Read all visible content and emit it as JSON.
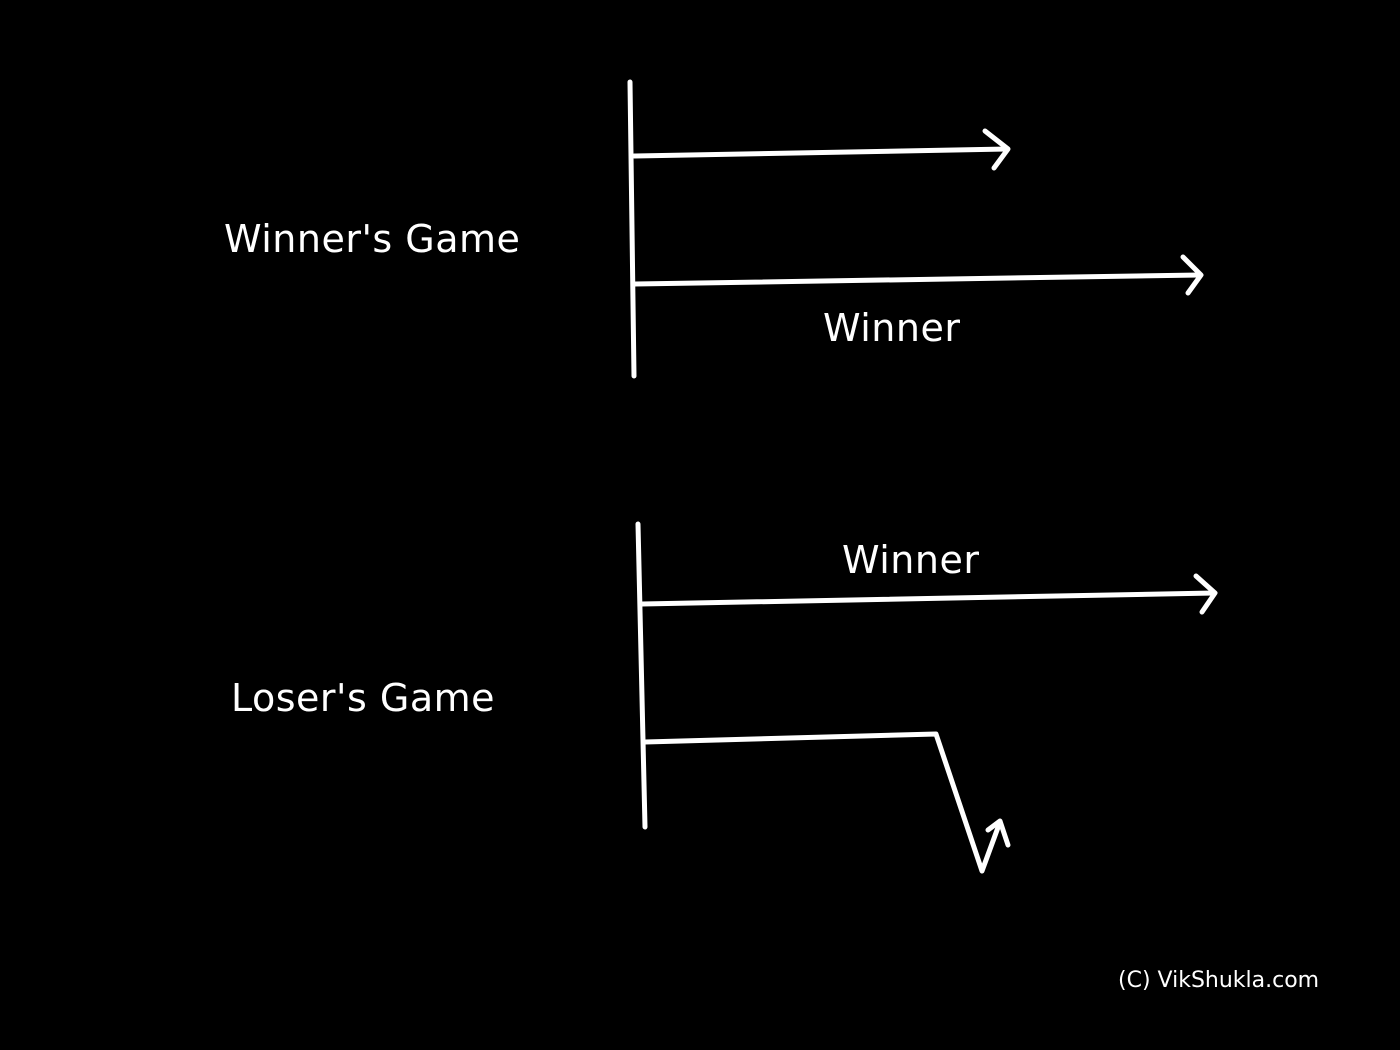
{
  "winners_game": {
    "label": "Winner's Game",
    "winner_label": "Winner"
  },
  "losers_game": {
    "label": "Loser's Game",
    "winner_label": "Winner"
  },
  "copyright": "(C) VikShukla.com",
  "colors": {
    "background": "#000000",
    "ink": "#ffffff"
  }
}
